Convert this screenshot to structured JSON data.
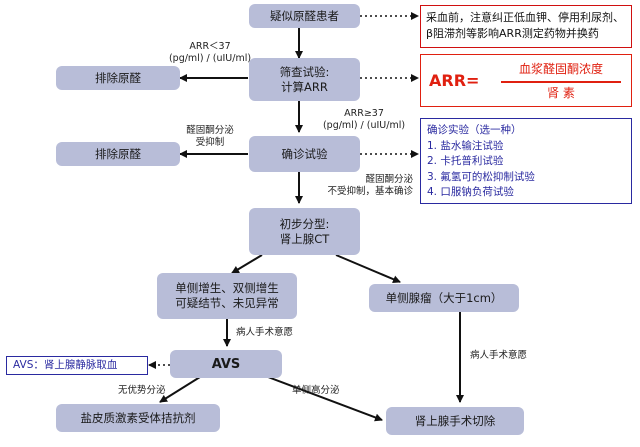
{
  "boxes": {
    "suspect": "疑似原醛患者",
    "exclude_top": "排除原醛",
    "screen_line1": "筛查试验:",
    "screen_line2": "计算ARR",
    "exclude_mid": "排除原醛",
    "confirm": "确诊试验",
    "typing_line1": "初步分型:",
    "typing_line2": "肾上腺CT",
    "unilateral_bilateral_line1": "单侧增生、双侧增生",
    "unilateral_bilateral_line2": "可疑结节、未见异常",
    "adenoma": "单侧腺瘤（大于1cm）",
    "avs": "AVS",
    "mineralocorticoid": "盐皮质激素受体拮抗剂",
    "adrenalectomy": "肾上腺手术切除"
  },
  "notes": {
    "prep_line1": "采血前，注意纠正低血钾、停用利尿剂、",
    "prep_line2": "β阻滞剂等影响ARR测定药物并换药",
    "arr_label": "ARR=",
    "arr_numerator": "血浆醛固酮浓度",
    "arr_denominator": "肾 素",
    "confirm_title": "确诊实验（选一种）",
    "confirm_tests": [
      "1. 盐水输注试验",
      "2. 卡托普利试验",
      "3. 氟氢可的松抑制试验",
      "4. 口服钠负荷试验"
    ],
    "avs_full": "AVS：肾上腺静脉取血"
  },
  "labels": {
    "arr_low_line1": "ARR＜37",
    "arr_low_line2": "(pg/ml) / (uIU/ml)",
    "arr_high_line1": "ARR≥37",
    "arr_high_line2": "(pg/ml) / (uIU/ml)",
    "suppressed_line1": "醛固酮分泌",
    "suppressed_line2": "受抑制",
    "not_suppressed_line1": "醛固酮分泌",
    "not_suppressed_line2": "不受抑制，基本确诊",
    "surgery_intent_left": "病人手术意愿",
    "surgery_intent_right": "病人手术意愿",
    "no_dominant": "无优势分泌",
    "unilateral_high": "单侧高分泌"
  },
  "colors": {
    "box_fill": "#b8bdd8",
    "note_border": "#d01010",
    "arr_text": "#e02010",
    "confirm_text": "#2a2aa0",
    "avs_note_text": "#2a2aa0",
    "arrow": "#111111"
  }
}
